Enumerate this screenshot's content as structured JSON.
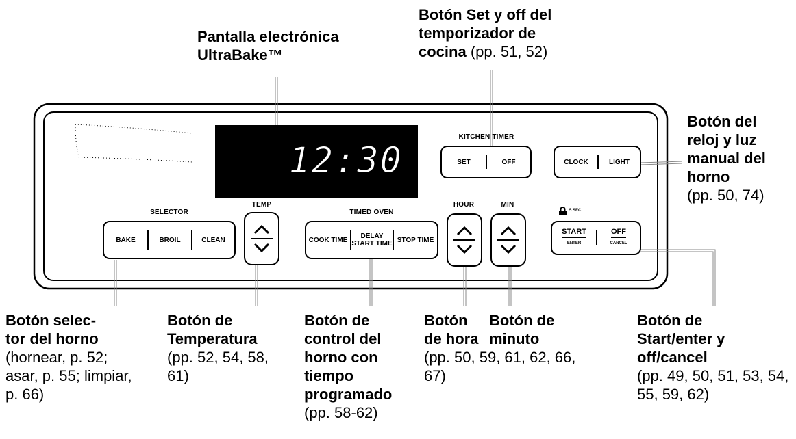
{
  "labels": {
    "display": {
      "bold": "Pantalla electrónica UltraBake™",
      "sub": ""
    },
    "timer": {
      "bold1": "Botón Set y off del",
      "bold2": "temporizador de",
      "bold3": "cocina",
      "sub": "(pp. 51, 52)"
    },
    "clock": {
      "bold": "Botón del reloj y luz manual del horno",
      "sub": "(pp. 50, 74)"
    },
    "selector": {
      "bold": "Botón selec-tor del horno",
      "sub": "(hornear, p. 52; asar, p. 55; limpiar, p. 66)"
    },
    "temp": {
      "bold": "Botón de Temperatura",
      "sub": "(pp. 52, 54, 58, 61)"
    },
    "timed": {
      "bold": "Botón de control del horno con tiempo programado",
      "sub": "(pp. 58-62)"
    },
    "hour": {
      "bold": "Botón de hora",
      "sub": "(pp. 50, 59, 61, 62, 66, 67)"
    },
    "minute": {
      "bold": "Botón de minuto",
      "sub": ""
    },
    "start": {
      "bold": "Botón de Start/enter y off/cancel",
      "sub": "(pp. 49, 50, 51, 53, 54, 55, 59, 62)"
    }
  },
  "panel": {
    "display_digits": "12:30",
    "kitchen_timer": {
      "title": "KITCHEN TIMER",
      "set": "SET",
      "off": "OFF"
    },
    "clock_light": {
      "clock": "CLOCK",
      "light": "LIGHT"
    },
    "selector": {
      "title": "SELECTOR",
      "bake": "BAKE",
      "broil": "BROIL",
      "clean": "CLEAN"
    },
    "temp": {
      "title": "TEMP"
    },
    "timed_oven": {
      "title": "TIMED OVEN",
      "cook": "COOK TIME",
      "delay": "DELAY START TIME",
      "stop": "STOP TIME"
    },
    "hour": {
      "title": "HOUR"
    },
    "min": {
      "title": "MIN"
    },
    "lock": {
      "title": "5 SEC"
    },
    "start_enter": {
      "start": "START",
      "enter": "ENTER",
      "off": "OFF",
      "cancel": "CANCEL"
    }
  }
}
